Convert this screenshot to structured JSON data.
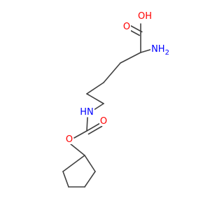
{
  "molecule": {
    "atoms": [
      {
        "id": "acid-oxo-o",
        "label": "O",
        "color": "#ff0000"
      },
      {
        "id": "acid-hydroxyl-o",
        "label": "OH",
        "color": "#ff0000"
      },
      {
        "id": "alpha-amine-n",
        "label": "NH2",
        "color": "#0000ff"
      },
      {
        "id": "carbamate-nh",
        "label": "HN",
        "color": "#0000ff"
      },
      {
        "id": "carbamate-oxo-o",
        "label": "O",
        "color": "#ff0000"
      },
      {
        "id": "carbamate-ester-o",
        "label": "O",
        "color": "#ff0000"
      }
    ],
    "bond_color": "#404040"
  }
}
